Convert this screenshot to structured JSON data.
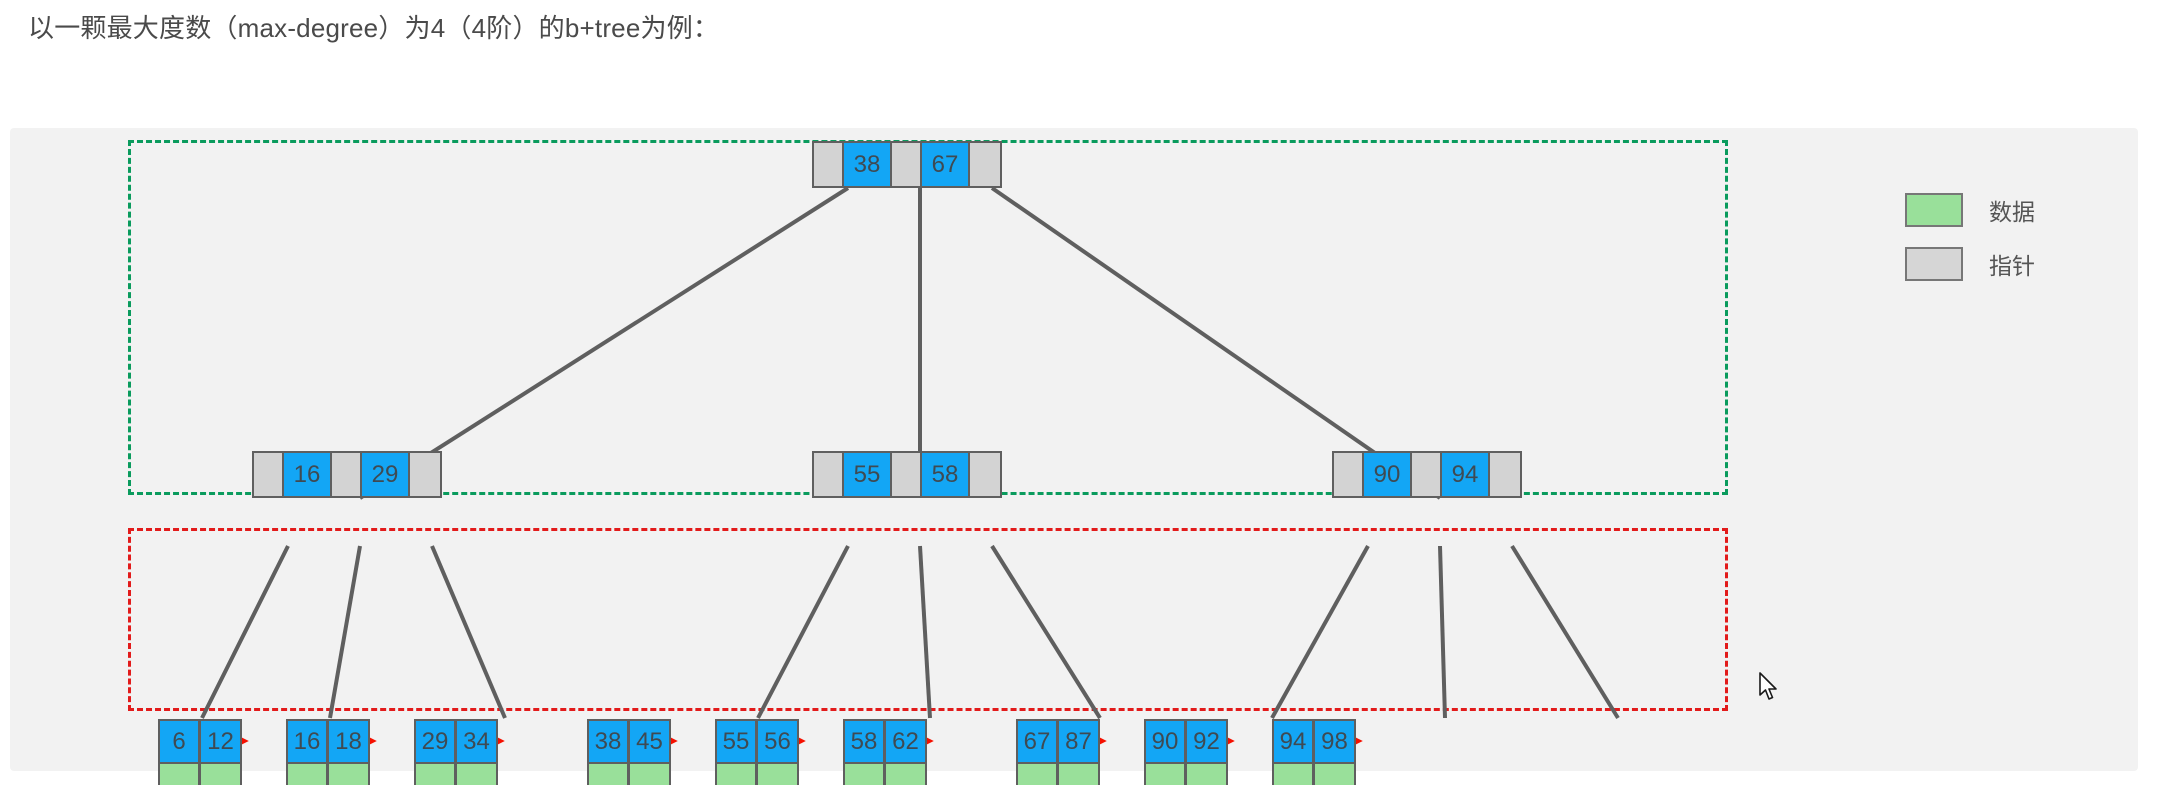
{
  "caption": "以一颗最大度数（max-degree）为4（4阶）的b+tree为例：",
  "colors": {
    "key_blue": "#13a6f5",
    "pointer_gray": "#d3d3d3",
    "data_green": "#99e09a",
    "node_border": "#5f5f5f",
    "internal_group_dash": "#0a9b5d",
    "leaf_group_dash": "#e21b1b",
    "leaf_link_arrow": "#f51000",
    "panel_bg": "#f2f2f2",
    "text": "#3f4a52"
  },
  "tree": {
    "root": {
      "name": "root-node",
      "keys": [
        "38",
        "67"
      ],
      "pointer_count": 3
    },
    "internal": [
      {
        "name": "internal-node-left",
        "keys": [
          "16",
          "29"
        ],
        "pointer_count": 3
      },
      {
        "name": "internal-node-middle",
        "keys": [
          "55",
          "58"
        ],
        "pointer_count": 3
      },
      {
        "name": "internal-node-right",
        "keys": [
          "90",
          "94"
        ],
        "pointer_count": 3
      }
    ],
    "leaves": [
      {
        "name": "leaf-node-1",
        "keys": [
          "6",
          "12"
        ],
        "data_slots": 2
      },
      {
        "name": "leaf-node-2",
        "keys": [
          "16",
          "18"
        ],
        "data_slots": 2
      },
      {
        "name": "leaf-node-3",
        "keys": [
          "29",
          "34"
        ],
        "data_slots": 2
      },
      {
        "name": "leaf-node-4",
        "keys": [
          "38",
          "45"
        ],
        "data_slots": 2
      },
      {
        "name": "leaf-node-5",
        "keys": [
          "55",
          "56"
        ],
        "data_slots": 2
      },
      {
        "name": "leaf-node-6",
        "keys": [
          "58",
          "62"
        ],
        "data_slots": 2
      },
      {
        "name": "leaf-node-7",
        "keys": [
          "67",
          "87"
        ],
        "data_slots": 2
      },
      {
        "name": "leaf-node-8",
        "keys": [
          "90",
          "92"
        ],
        "data_slots": 2
      },
      {
        "name": "leaf-node-9",
        "keys": [
          "94",
          "98"
        ],
        "data_slots": 2
      }
    ]
  },
  "legend": {
    "items": [
      {
        "swatch": "data-green-swatch",
        "label": "数据"
      },
      {
        "swatch": "pointer-gray-swatch",
        "label": "指针"
      }
    ]
  },
  "cursor": {
    "icon": "mouse-pointer-icon"
  }
}
